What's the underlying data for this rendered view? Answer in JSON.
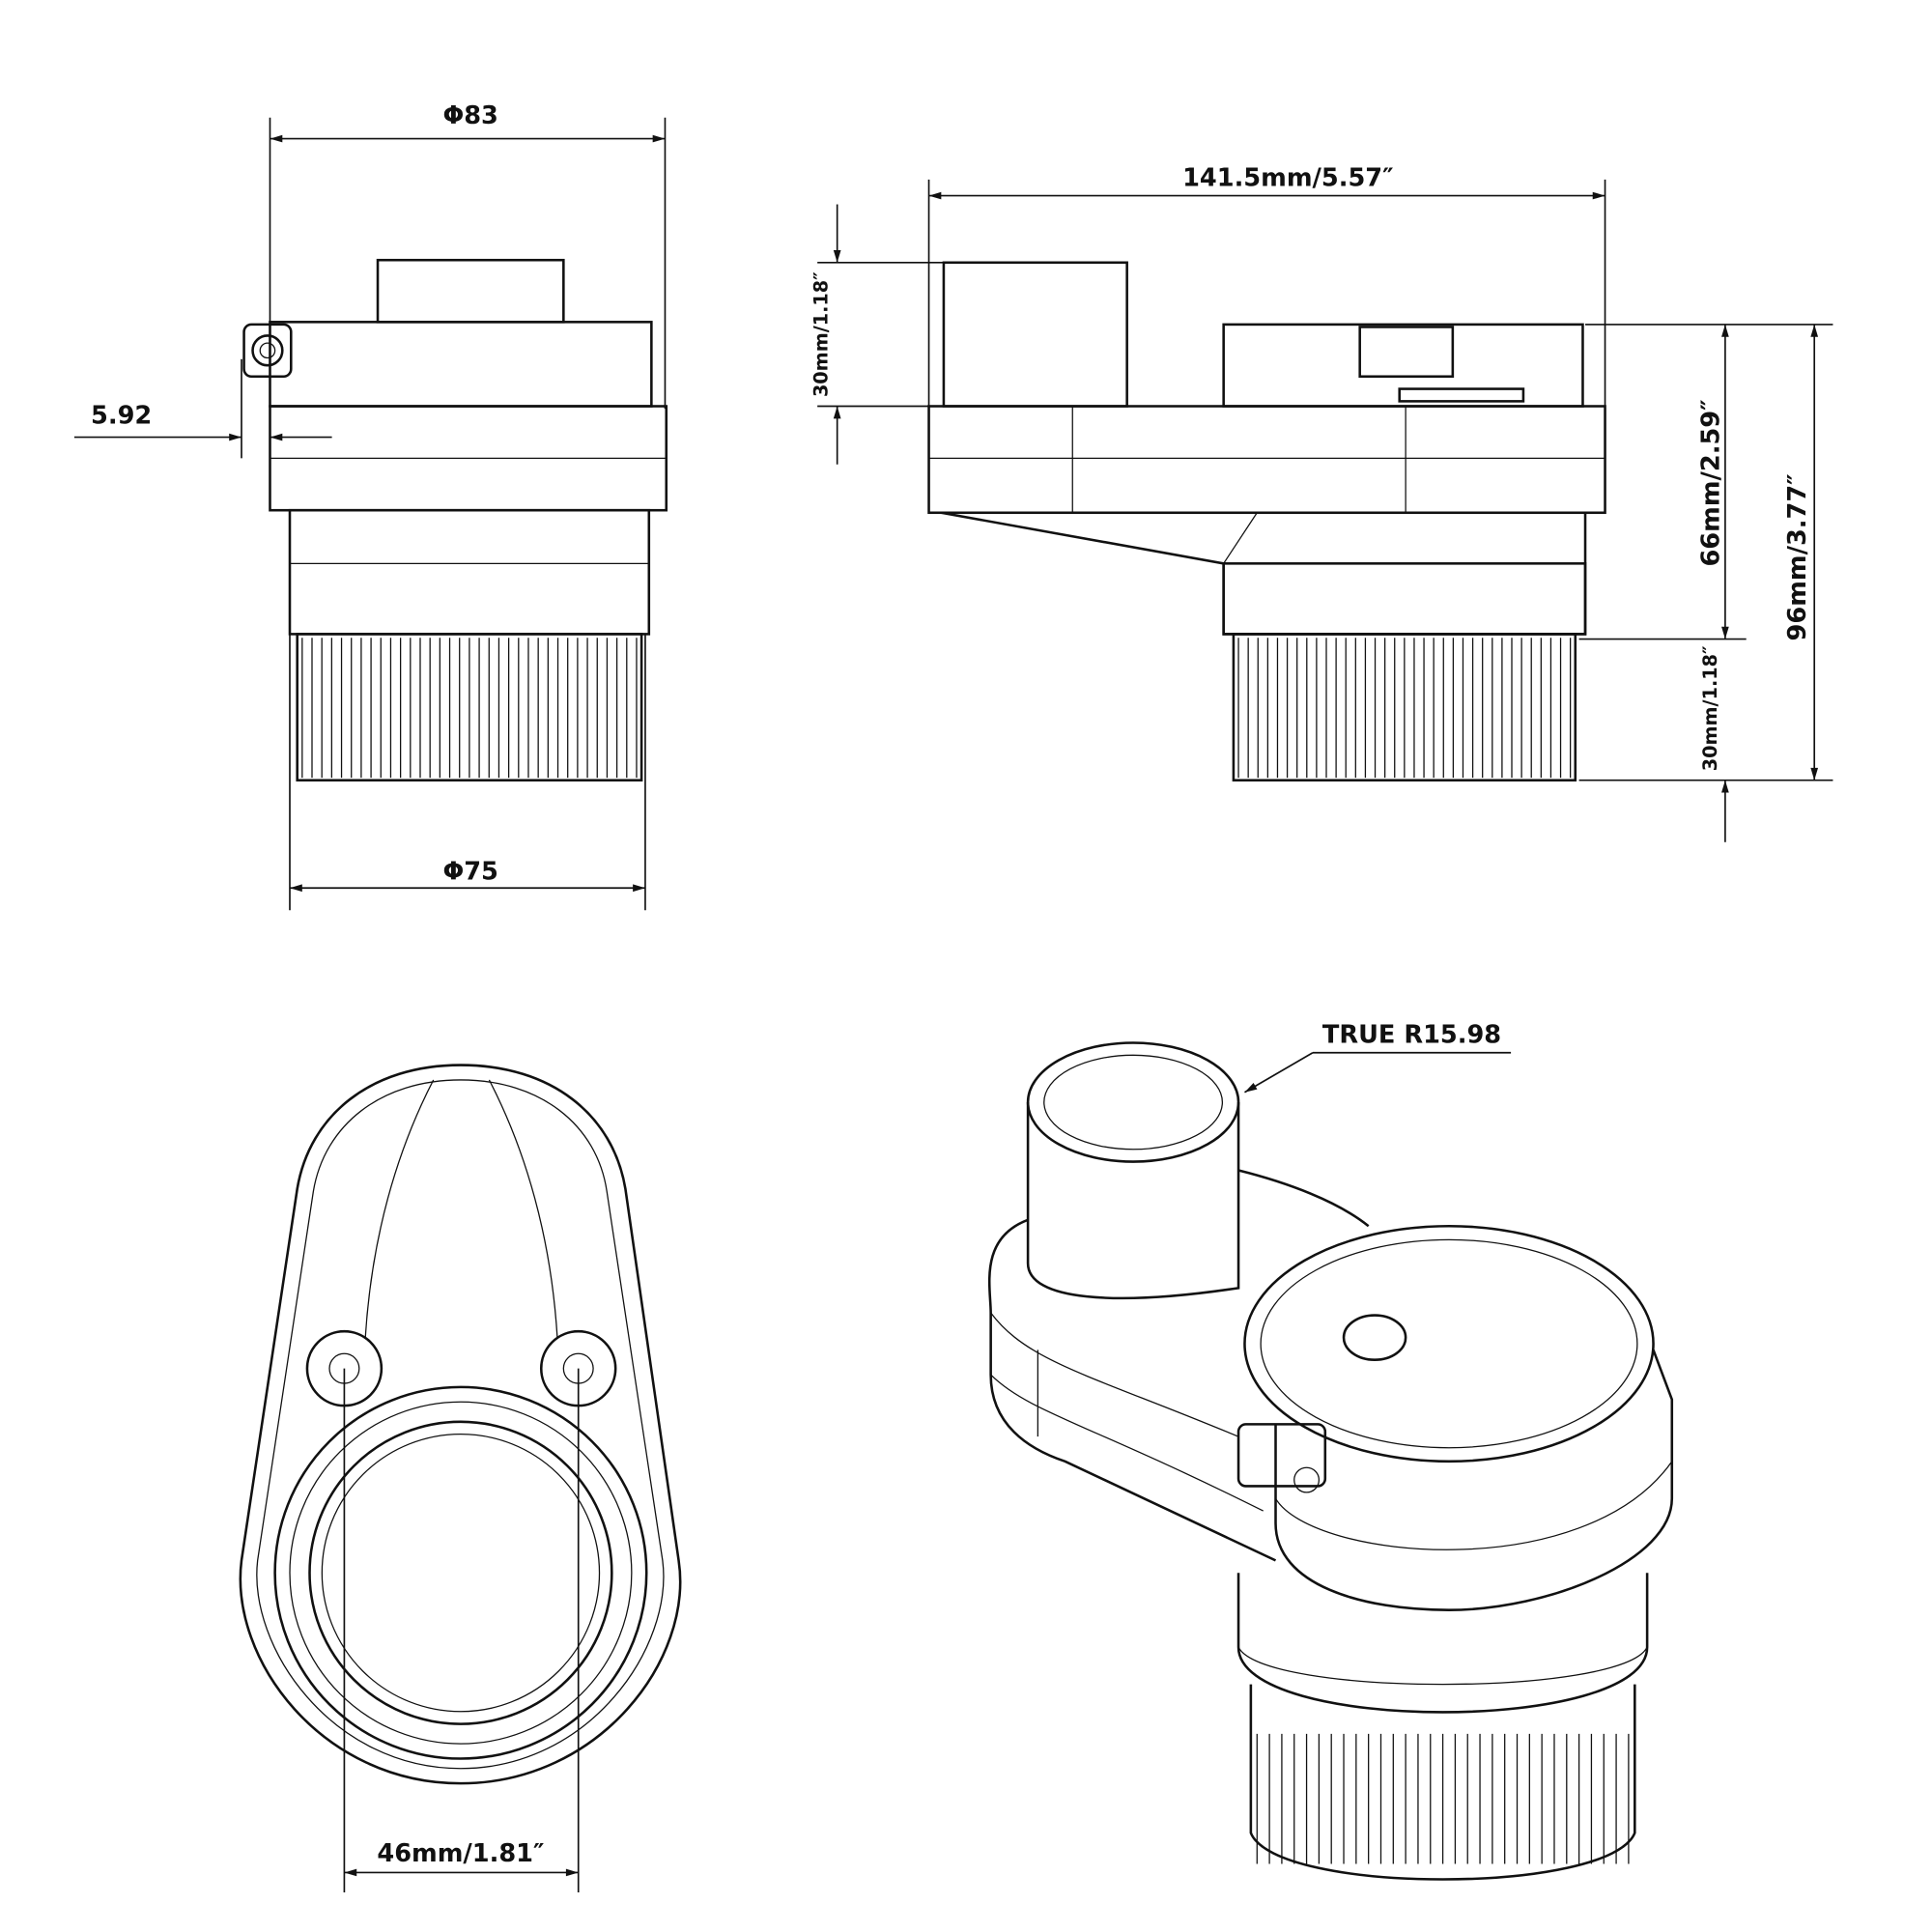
{
  "front_view": {
    "top_diameter": "Φ83",
    "bottom_diameter": "Φ75",
    "offset": "5.92"
  },
  "side_view": {
    "length": "141.5mm/5.57″",
    "nozzle_height": "30mm/1.18″",
    "body_height": "66mm/2.59″",
    "total_height": "96mm/3.77″",
    "bottom_height": "30mm/1.18″"
  },
  "bottom_view": {
    "spacing": "46mm/1.81″"
  },
  "iso_view": {
    "callout": "TRUE R15.98"
  }
}
